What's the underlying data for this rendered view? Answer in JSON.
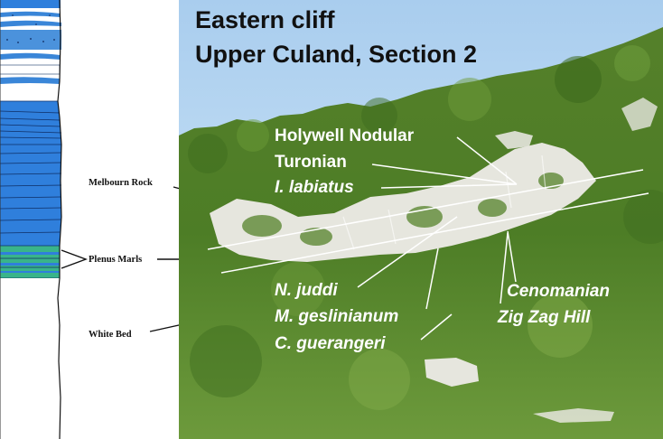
{
  "title": {
    "line1": "Eastern cliff",
    "line2": "Upper Culand, Section 2"
  },
  "log_labels": {
    "melbourn_rock": "Melbourn Rock",
    "plenus_marls": "Plenus Marls",
    "white_bed": "White Bed"
  },
  "photo_labels": {
    "holywell": "Holywell Nodular",
    "turonian": "Turonian",
    "labiatus": "I. labiatus",
    "juddi": "N. juddi",
    "geslinianum": "M. geslinianum",
    "guerangeri": "C. guerangeri",
    "cenomanian": "Cenomanian",
    "zigzag": "Zig Zag Hill"
  },
  "colors": {
    "sky": "#b9d9f2",
    "foliage": "#5c8a2e",
    "chalk": "#e6e6de",
    "log_blue": "#2f7fdc",
    "plenus_green": "#39b48a",
    "label_text": "#ffffff"
  }
}
